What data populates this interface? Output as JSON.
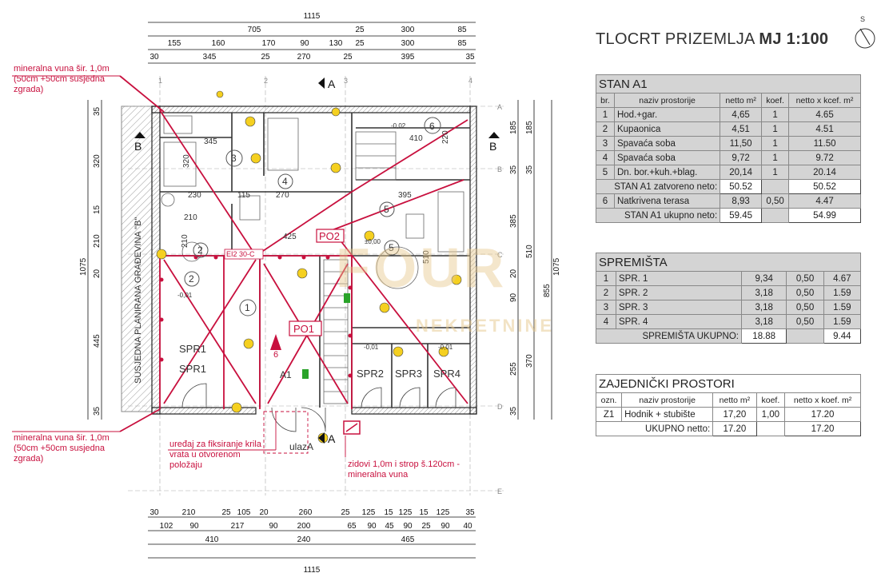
{
  "title": {
    "main": "TLOCRT PRIZEMLJA",
    "scale": "MJ 1:100"
  },
  "compass_label": "S",
  "dims_top": {
    "overall": "1115",
    "row1": [
      "705",
      "25",
      "300",
      "85"
    ],
    "row2": [
      "155",
      "160",
      "170",
      "90",
      "130",
      "25",
      "300",
      "85"
    ],
    "row3": [
      "30",
      "345",
      "25",
      "270",
      "25",
      "395",
      "35"
    ]
  },
  "dims_bottom": {
    "row1": [
      "30",
      "210",
      "25",
      "105",
      "20",
      "260",
      "25",
      "125",
      "15",
      "125",
      "15",
      "125",
      "35"
    ],
    "row2": [
      "102",
      "90",
      "217",
      "90",
      "200",
      "65",
      "90",
      "45",
      "90",
      "25",
      "90",
      "40"
    ],
    "row3": [
      "410",
      "240",
      "465"
    ],
    "overall": "1115"
  },
  "dims_left": [
    "35",
    "320",
    "15",
    "210",
    "20",
    "445",
    "35"
  ],
  "dims_left_overall": "1075",
  "dims_right": [
    "185",
    "35",
    "385",
    "20",
    "90",
    "255",
    "35"
  ],
  "dims_right2": [
    "185",
    "35",
    "510",
    "855",
    "370"
  ],
  "dims_right_overall": "1075",
  "grid_rows": [
    "A",
    "B",
    "C",
    "D",
    "E"
  ],
  "grid_cols": [
    "1",
    "2",
    "3",
    "4"
  ],
  "section_marks": {
    "a": "A",
    "b": "B"
  },
  "neighbour_text": "SUSJEDNA PLANIRANA GRAĐEVINA \"B\"",
  "rooms": [
    {
      "num": "1",
      "area": "SPR1"
    },
    {
      "num": "2"
    },
    {
      "num": "3"
    },
    {
      "num": "4"
    },
    {
      "num": "5"
    },
    {
      "num": "6"
    }
  ],
  "spr_labels": [
    "SPR1",
    "SPR2",
    "SPR3",
    "SPR4"
  ],
  "plan_labels": {
    "po1": "PO1",
    "po2": "PO2",
    "ei": "EI2 30-C",
    "a1": "A1",
    "entry": "ulazA",
    "lvl1": "-0,01",
    "lvl2": "-0,02",
    "lvl0": "±0,00",
    "r410": "410",
    "r220": "220",
    "r345": "345",
    "r320": "320",
    "r230": "230",
    "r115": "115",
    "r270": "270",
    "r395": "395",
    "r210": "210",
    "r425": "425",
    "r510": "510"
  },
  "notes": {
    "top": [
      "mineralna vuna šir. 1,0m",
      "(50cm +50cm susjedna",
      "zgrada)"
    ],
    "bottom": [
      "mineralna vuna šir. 1,0m",
      "(50cm +50cm susjedna",
      "zgrada)"
    ],
    "device": [
      "uređaj za fiksiranje krila",
      "vrata u otvorenom",
      "položaju"
    ],
    "walls": [
      "zidovi 1,0m i strop š.120cm -",
      "mineralna vuna"
    ]
  },
  "watermark": {
    "big": "FOUR",
    "small": "NEKRETNINE"
  },
  "stan": {
    "title": "STAN A1",
    "headers": [
      "br.",
      "naziv prostorije",
      "netto m²",
      "koef.",
      "netto x kcef. m²"
    ],
    "rows": [
      [
        "1",
        "Hod.+gar.",
        "4,65",
        "1",
        "4.65"
      ],
      [
        "2",
        "Kupaonica",
        "4,51",
        "1",
        "4.51"
      ],
      [
        "3",
        "Spavaća soba",
        "11,50",
        "1",
        "11.50"
      ],
      [
        "4",
        "Spavaća soba",
        "9,72",
        "1",
        "9.72"
      ],
      [
        "5",
        "Dn. bor.+kuh.+blag.",
        "20,14",
        "1",
        "20.14"
      ]
    ],
    "closed_label": "STAN A1 zatvoreno neto:",
    "closed_net": "50.52",
    "closed_total": "50.52",
    "terrace": [
      "6",
      "Natkrivena terasa",
      "8,93",
      "0,50",
      "4.47"
    ],
    "total_label": "STAN A1 ukupno neto:",
    "total_net": "59.45",
    "total_total": "54.99"
  },
  "spremista": {
    "title": "SPREMIŠTA",
    "rows": [
      [
        "1",
        "SPR. 1",
        "9,34",
        "0,50",
        "4.67"
      ],
      [
        "2",
        "SPR. 2",
        "3,18",
        "0,50",
        "1.59"
      ],
      [
        "3",
        "SPR. 3",
        "3,18",
        "0,50",
        "1.59"
      ],
      [
        "4",
        "SPR. 4",
        "3,18",
        "0,50",
        "1.59"
      ]
    ],
    "total_label": "SPREMIŠTA UKUPNO:",
    "total_net": "18.88",
    "total_total": "9.44"
  },
  "zajednicki": {
    "title": "ZAJEDNIČKI PROSTORI",
    "headers": [
      "ozn.",
      "naziv prostorije",
      "netto m²",
      "koef.",
      "netto x koef. m²"
    ],
    "rows": [
      [
        "Z1",
        "Hodnik + stubište",
        "17,20",
        "1,00",
        "17.20"
      ]
    ],
    "total_label": "UKUPNO netto:",
    "total_net": "17.20",
    "total_total": "17.20"
  }
}
